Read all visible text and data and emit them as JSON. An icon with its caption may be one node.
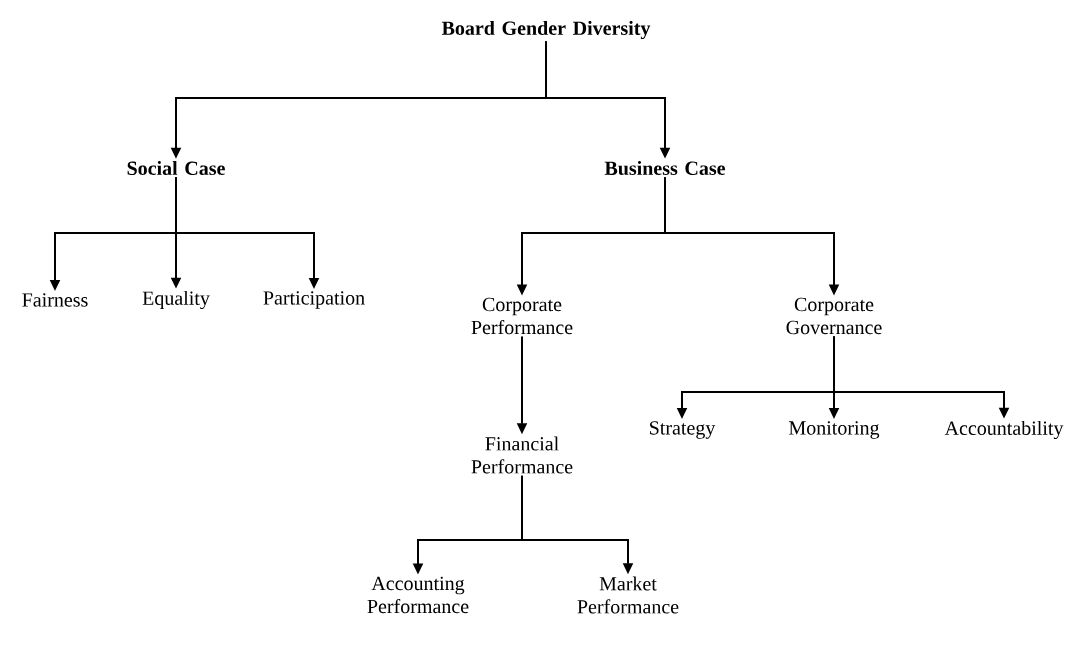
{
  "diagram": {
    "nodes": [
      {
        "text": [
          "Board Gender Diversity"
        ]
      },
      {
        "text": [
          "Social Case"
        ]
      },
      {
        "text": [
          "Business Case"
        ]
      },
      {
        "text": [
          "Fairness"
        ]
      },
      {
        "text": [
          "Equality"
        ]
      },
      {
        "text": [
          "Participation"
        ]
      },
      {
        "text": [
          "Corporate Performance"
        ]
      },
      {
        "text": [
          "Corporate Governance"
        ]
      },
      {
        "text": [
          "Financial Performance"
        ]
      },
      {
        "text": [
          "Strategy"
        ]
      },
      {
        "text": [
          "Monitoring"
        ]
      },
      {
        "text": [
          "Accountability"
        ]
      },
      {
        "text": [
          "Accounting Performance"
        ]
      },
      {
        "text": [
          "Market Performance"
        ]
      }
    ],
    "edges": [
      {
        "from": 0,
        "to": 1,
        "arrow": "to"
      },
      {
        "from": 0,
        "to": 2,
        "arrow": "to"
      },
      {
        "from": 1,
        "to": 3,
        "arrow": "to"
      },
      {
        "from": 1,
        "to": 4,
        "arrow": "to"
      },
      {
        "from": 1,
        "to": 5,
        "arrow": "to"
      },
      {
        "from": 2,
        "to": 6,
        "arrow": "to"
      },
      {
        "from": 2,
        "to": 7,
        "arrow": "to"
      },
      {
        "from": 6,
        "to": 8,
        "arrow": "to"
      },
      {
        "from": 7,
        "to": 9,
        "arrow": "to"
      },
      {
        "from": 7,
        "to": 10,
        "arrow": "to"
      },
      {
        "from": 7,
        "to": 11,
        "arrow": "to"
      },
      {
        "from": 8,
        "to": 12,
        "arrow": "to"
      },
      {
        "from": 8,
        "to": 13,
        "arrow": "to"
      }
    ]
  }
}
